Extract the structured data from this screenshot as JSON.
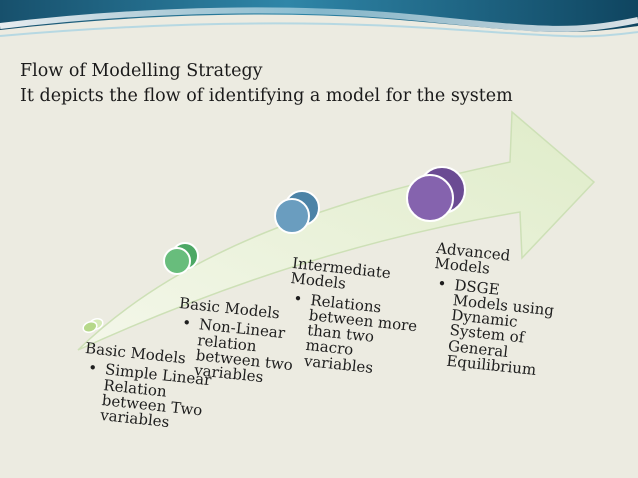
{
  "header": {
    "title": "Flow of Modelling Strategy",
    "subtitle": "It depicts the flow of identifying a model for the system"
  },
  "colors": {
    "background": "#ecebe1",
    "banner_dark": "#17506c",
    "banner_light": "#7fbfd6",
    "arrow_fill": "#e8f0d8",
    "arrow_outline": "#c9dfb1",
    "stage1_marker": "#b6d88a",
    "stage2_marker": "#5cb373",
    "stage3_marker": "#5b8fb0",
    "stage4_marker": "#7c5aa4"
  },
  "stages": [
    {
      "title": "Basic Models",
      "bullet": "Simple Linear\nRelation\nbetween Two\nvariables",
      "marker": "circle-pair-icon"
    },
    {
      "title": "Basic Models",
      "bullet": "Non-Linear\nrelation\nbetween two\nvariables",
      "marker": "circle-pair-icon"
    },
    {
      "title": "Intermediate\nModels",
      "bullet": "Relations\nbetween more\nthan two\nmacro\nvariables",
      "marker": "circle-pair-icon"
    },
    {
      "title": "Advanced\nModels",
      "bullet": "DSGE\nModels using\nDynamic\nSystem of\nGeneral\nEquilibrium",
      "marker": "circle-pair-icon"
    }
  ],
  "bullet_char": "•"
}
